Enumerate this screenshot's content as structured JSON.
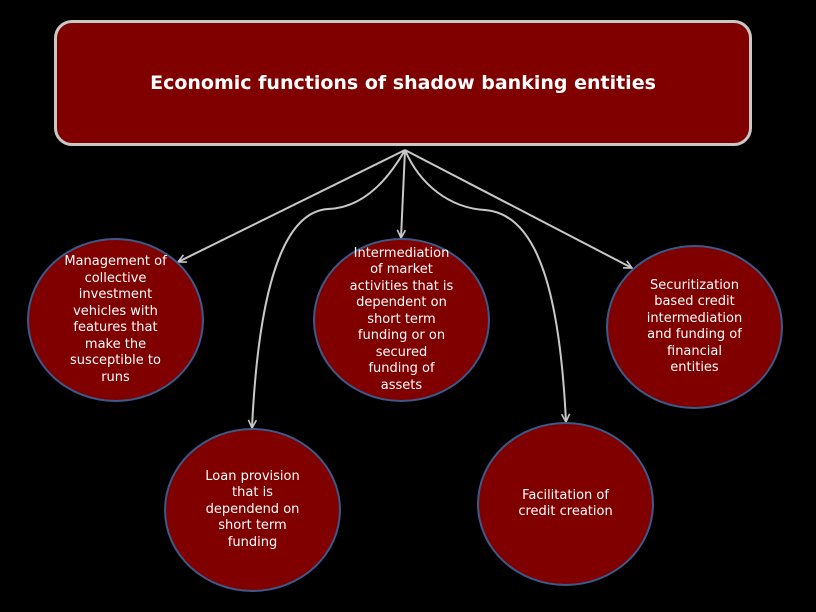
{
  "title": "Economic functions of shadow banking entities",
  "colors": {
    "background": "#000000",
    "fill": "#800000",
    "title_border": "#c8c8c8",
    "node_border": "#3a5a8c",
    "connector": "#c8c8c8",
    "text": "#ffffff"
  },
  "nodes": [
    {
      "label": "Management of\ncollective\ninvestment\nvehicles with\nfeatures that\nmake the\nsusceptible to\nruns"
    },
    {
      "label": "Intermediation\nof market\nactivities that is\ndependent on\nshort term\nfunding or on\nsecured\nfunding of\nassets"
    },
    {
      "label": "Securitization\nbased credit\nintermediation\nand funding of\nfinancial\nentities"
    },
    {
      "label": "Loan provision\nthat is\ndependend on\nshort term\nfunding"
    },
    {
      "label": "Facilitation of\ncredit creation"
    }
  ]
}
